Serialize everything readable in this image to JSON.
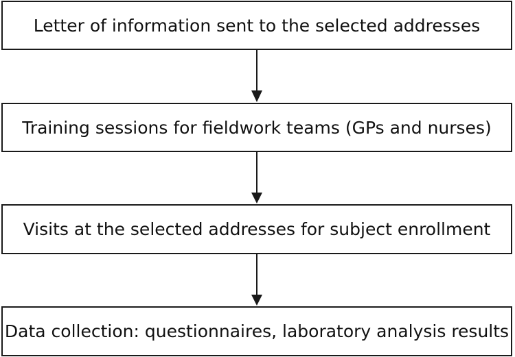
{
  "diagram": {
    "steps": [
      {
        "label": "Letter of information sent to the selected addresses"
      },
      {
        "label": "Training sessions for fieldwork teams (GPs and nurses)"
      },
      {
        "label": "Visits at the selected addresses for subject enrollment"
      },
      {
        "label": "Data collection: questionnaires, laboratory analysis results"
      }
    ],
    "colors": {
      "stroke": "#1a1a1a",
      "text": "#111111",
      "background": "#ffffff"
    }
  }
}
